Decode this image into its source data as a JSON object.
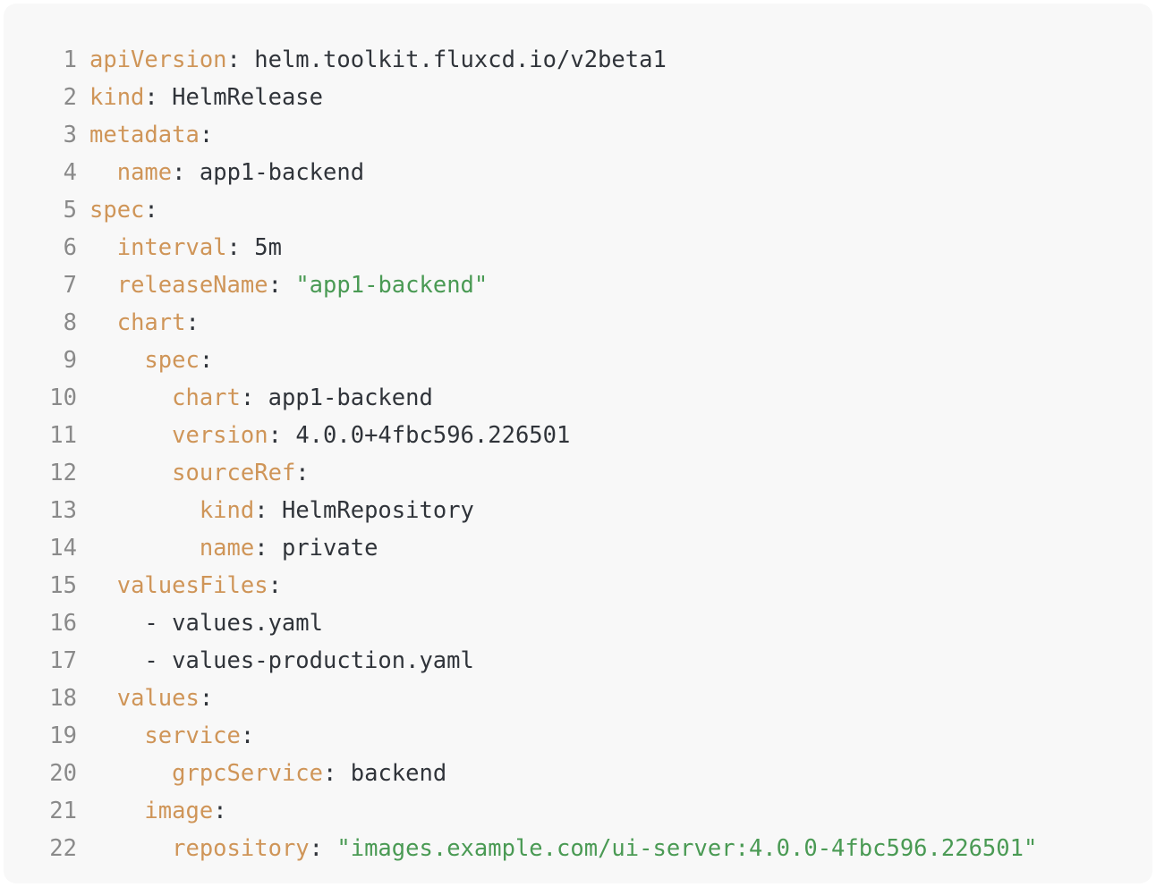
{
  "editor": {
    "language": "yaml",
    "background_color": "#f8f8f8",
    "page_background_color": "#ffffff",
    "gutter_color": "#8a8a8a",
    "key_color": "#cf9558",
    "string_color": "#4a9a54",
    "plain_color": "#30343a",
    "first_line_number": 1,
    "last_line_number": 22,
    "total_lines": 22
  },
  "code": {
    "lines": [
      {
        "number": "1",
        "tokens": [
          {
            "text": "apiVersion",
            "type": "key"
          },
          {
            "text": ": ",
            "type": "punc"
          },
          {
            "text": "helm.toolkit.fluxcd.io/v2beta1",
            "type": "plain"
          }
        ]
      },
      {
        "number": "2",
        "tokens": [
          {
            "text": "kind",
            "type": "key"
          },
          {
            "text": ": ",
            "type": "punc"
          },
          {
            "text": "HelmRelease",
            "type": "plain"
          }
        ]
      },
      {
        "number": "3",
        "tokens": [
          {
            "text": "metadata",
            "type": "key"
          },
          {
            "text": ":",
            "type": "punc"
          }
        ]
      },
      {
        "number": "4",
        "tokens": [
          {
            "text": "  ",
            "type": "plain"
          },
          {
            "text": "name",
            "type": "key"
          },
          {
            "text": ": ",
            "type": "punc"
          },
          {
            "text": "app1-backend",
            "type": "plain"
          }
        ]
      },
      {
        "number": "5",
        "tokens": [
          {
            "text": "spec",
            "type": "key"
          },
          {
            "text": ":",
            "type": "punc"
          }
        ]
      },
      {
        "number": "6",
        "tokens": [
          {
            "text": "  ",
            "type": "plain"
          },
          {
            "text": "interval",
            "type": "key"
          },
          {
            "text": ": ",
            "type": "punc"
          },
          {
            "text": "5m",
            "type": "plain"
          }
        ]
      },
      {
        "number": "7",
        "tokens": [
          {
            "text": "  ",
            "type": "plain"
          },
          {
            "text": "releaseName",
            "type": "key"
          },
          {
            "text": ": ",
            "type": "punc"
          },
          {
            "text": "\"app1-backend\"",
            "type": "str"
          }
        ]
      },
      {
        "number": "8",
        "tokens": [
          {
            "text": "  ",
            "type": "plain"
          },
          {
            "text": "chart",
            "type": "key"
          },
          {
            "text": ":",
            "type": "punc"
          }
        ]
      },
      {
        "number": "9",
        "tokens": [
          {
            "text": "    ",
            "type": "plain"
          },
          {
            "text": "spec",
            "type": "key"
          },
          {
            "text": ":",
            "type": "punc"
          }
        ]
      },
      {
        "number": "10",
        "tokens": [
          {
            "text": "      ",
            "type": "plain"
          },
          {
            "text": "chart",
            "type": "key"
          },
          {
            "text": ": ",
            "type": "punc"
          },
          {
            "text": "app1-backend",
            "type": "plain"
          }
        ]
      },
      {
        "number": "11",
        "tokens": [
          {
            "text": "      ",
            "type": "plain"
          },
          {
            "text": "version",
            "type": "key"
          },
          {
            "text": ": ",
            "type": "punc"
          },
          {
            "text": "4.0.0+4fbc596.226501",
            "type": "plain"
          }
        ]
      },
      {
        "number": "12",
        "tokens": [
          {
            "text": "      ",
            "type": "plain"
          },
          {
            "text": "sourceRef",
            "type": "key"
          },
          {
            "text": ":",
            "type": "punc"
          }
        ]
      },
      {
        "number": "13",
        "tokens": [
          {
            "text": "        ",
            "type": "plain"
          },
          {
            "text": "kind",
            "type": "key"
          },
          {
            "text": ": ",
            "type": "punc"
          },
          {
            "text": "HelmRepository",
            "type": "plain"
          }
        ]
      },
      {
        "number": "14",
        "tokens": [
          {
            "text": "        ",
            "type": "plain"
          },
          {
            "text": "name",
            "type": "key"
          },
          {
            "text": ": ",
            "type": "punc"
          },
          {
            "text": "private",
            "type": "plain"
          }
        ]
      },
      {
        "number": "15",
        "tokens": [
          {
            "text": "  ",
            "type": "plain"
          },
          {
            "text": "valuesFiles",
            "type": "key"
          },
          {
            "text": ":",
            "type": "punc"
          }
        ]
      },
      {
        "number": "16",
        "tokens": [
          {
            "text": "    - values.yaml",
            "type": "plain"
          }
        ]
      },
      {
        "number": "17",
        "tokens": [
          {
            "text": "    - values-production.yaml",
            "type": "plain"
          }
        ]
      },
      {
        "number": "18",
        "tokens": [
          {
            "text": "  ",
            "type": "plain"
          },
          {
            "text": "values",
            "type": "key"
          },
          {
            "text": ":",
            "type": "punc"
          }
        ]
      },
      {
        "number": "19",
        "tokens": [
          {
            "text": "    ",
            "type": "plain"
          },
          {
            "text": "service",
            "type": "key"
          },
          {
            "text": ":",
            "type": "punc"
          }
        ]
      },
      {
        "number": "20",
        "tokens": [
          {
            "text": "      ",
            "type": "plain"
          },
          {
            "text": "grpcService",
            "type": "key"
          },
          {
            "text": ": ",
            "type": "punc"
          },
          {
            "text": "backend",
            "type": "plain"
          }
        ]
      },
      {
        "number": "21",
        "tokens": [
          {
            "text": "    ",
            "type": "plain"
          },
          {
            "text": "image",
            "type": "key"
          },
          {
            "text": ":",
            "type": "punc"
          }
        ]
      },
      {
        "number": "22",
        "tokens": [
          {
            "text": "      ",
            "type": "plain"
          },
          {
            "text": "repository",
            "type": "key"
          },
          {
            "text": ": ",
            "type": "punc"
          },
          {
            "text": "\"images.example.com/ui-server:4.0.0-4fbc596.226501\"",
            "type": "str"
          }
        ]
      }
    ]
  }
}
